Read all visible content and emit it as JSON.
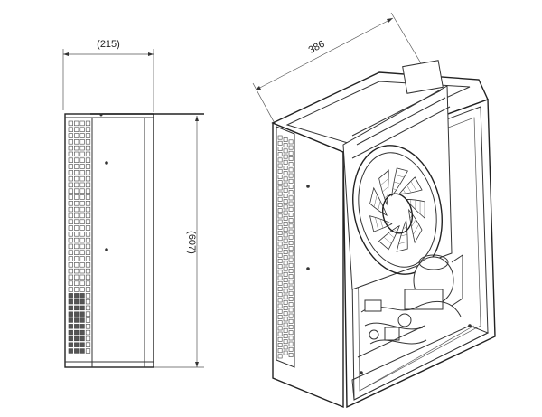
{
  "drawing": {
    "side_view": {
      "width_label": "(215)",
      "height_label": "(607)"
    },
    "iso_view": {
      "width_label": "386"
    },
    "colors": {
      "line": "#333333",
      "background": "#ffffff"
    }
  }
}
